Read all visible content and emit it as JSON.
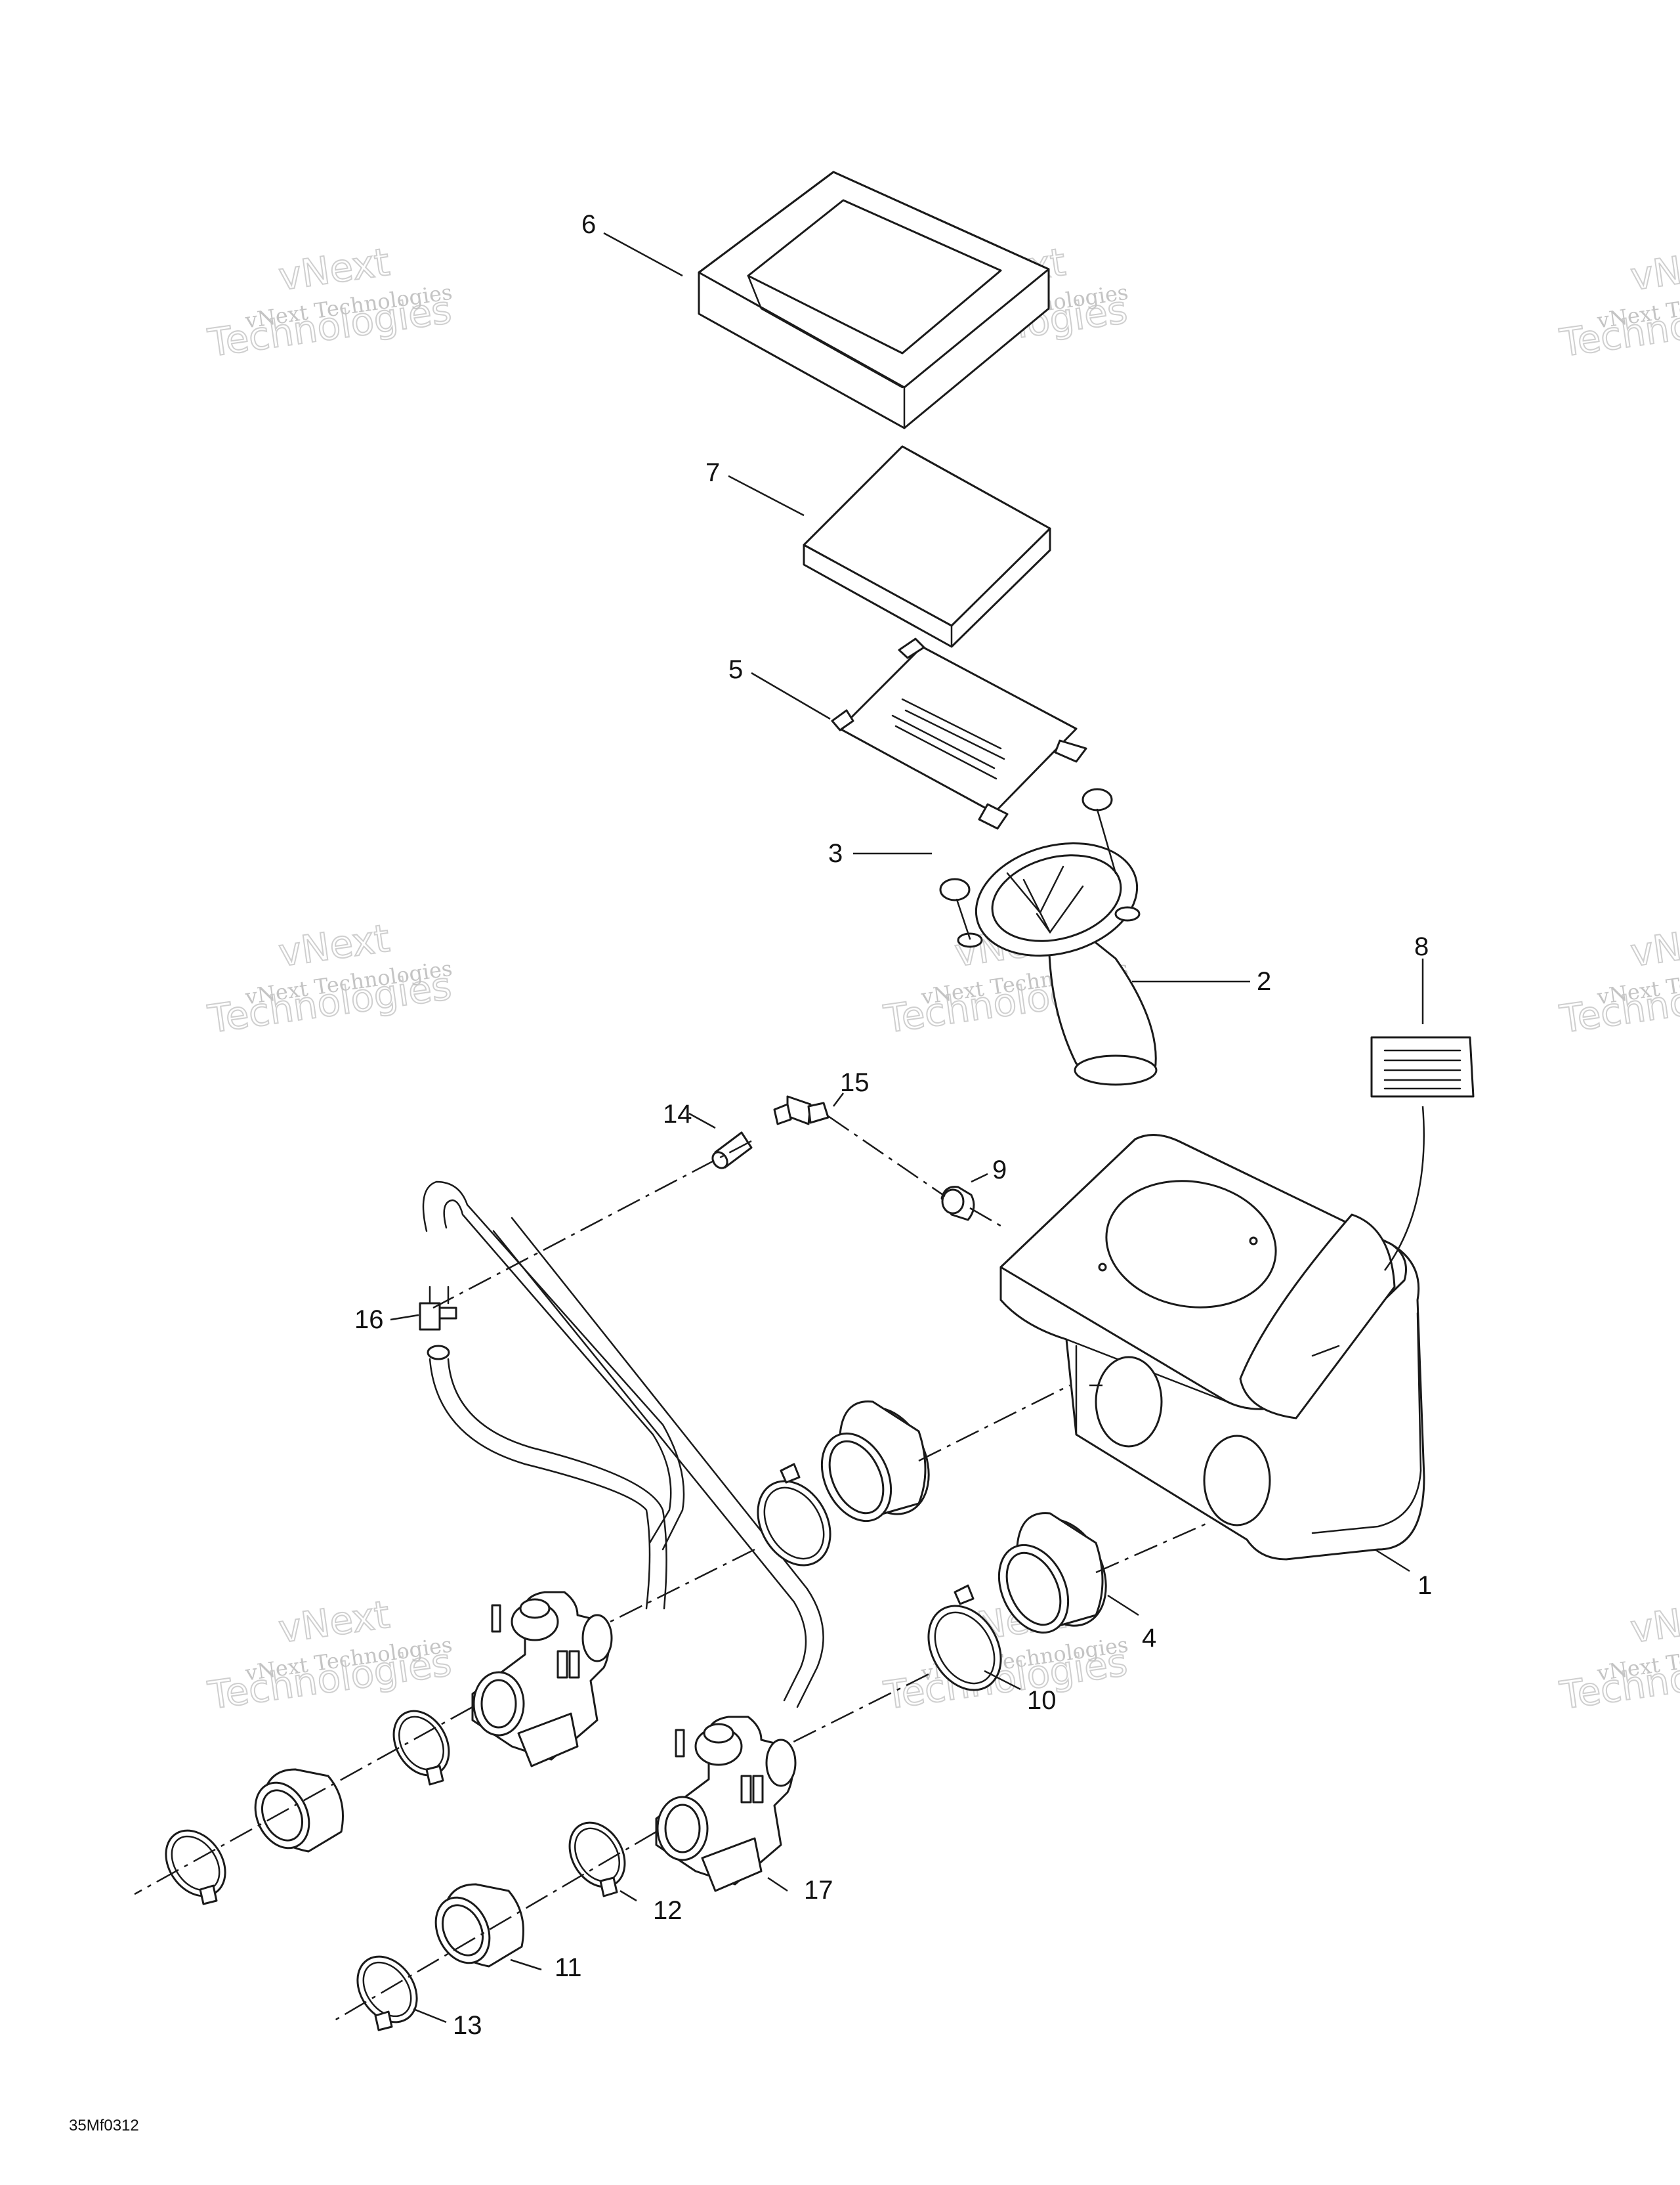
{
  "callouts": {
    "p1": "1",
    "p2": "2",
    "p3": "3",
    "p4": "4",
    "p5": "5",
    "p6": "6",
    "p7": "7",
    "p8": "8",
    "p9": "9",
    "p10": "10",
    "p11": "11",
    "p12": "12",
    "p13": "13",
    "p14": "14",
    "p15": "15",
    "p16": "16",
    "p17": "17"
  },
  "drawing_code": "35Mf0312",
  "watermark": {
    "line1": "vNext Technologies",
    "line2": "vNext",
    "line3": "Technologies"
  },
  "colors": {
    "line": "#1a1a1a",
    "watermark": "#c4c4c4",
    "background": "#ffffff"
  }
}
